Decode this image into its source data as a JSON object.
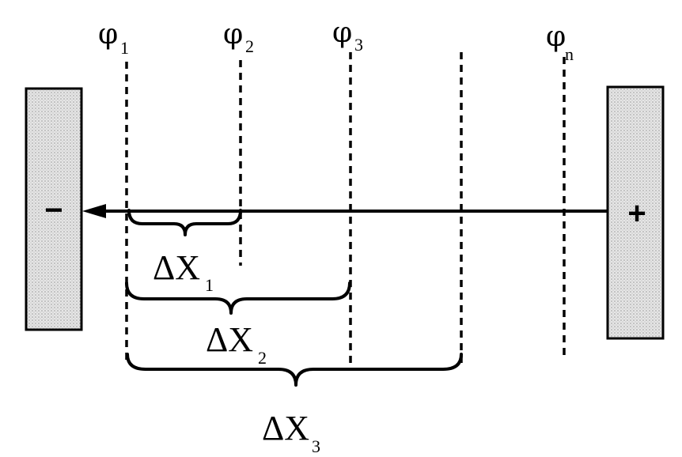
{
  "negative_plate": {
    "sign": "−"
  },
  "positive_plate": {
    "sign": "+"
  },
  "potential_labels": [
    {
      "symbol": "φ",
      "sub": "1"
    },
    {
      "symbol": "φ",
      "sub": "2"
    },
    {
      "symbol": "φ",
      "sub": "3"
    },
    {
      "symbol": "φ",
      "sub": "n"
    }
  ],
  "distance_labels": [
    {
      "symbol": "ΔX",
      "sub": "1"
    },
    {
      "symbol": "ΔX",
      "sub": "2"
    },
    {
      "symbol": "ΔX",
      "sub": "3"
    }
  ],
  "colors": {
    "ink": "#000000",
    "plate_fill": "#d9d9d9"
  }
}
